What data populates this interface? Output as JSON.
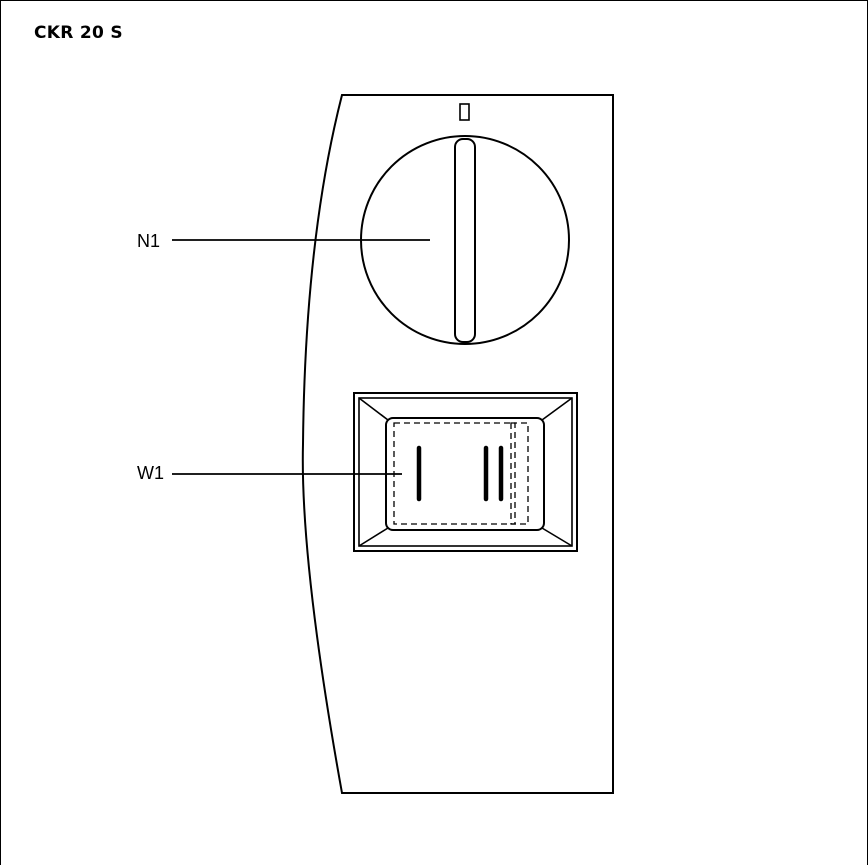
{
  "title": "CKR 20 S",
  "callouts": {
    "knob": "N1",
    "switch": "W1"
  },
  "colors": {
    "line": "#000000",
    "background": "#ffffff"
  }
}
